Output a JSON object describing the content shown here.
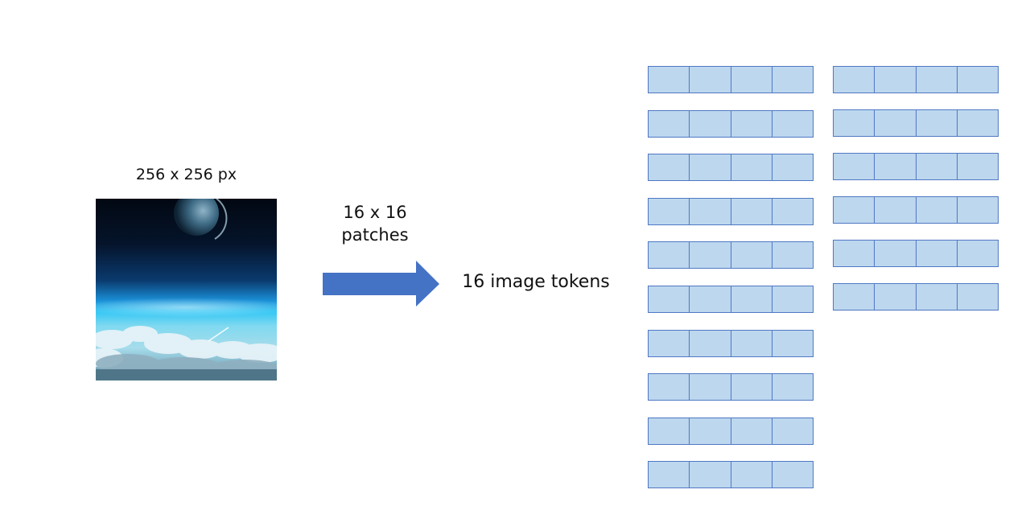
{
  "image_block": {
    "size_label": "256 x 256 px",
    "image_description_icon": "space-planet-over-clouds-image"
  },
  "transform": {
    "patch_label_line1": "16 x 16",
    "patch_label_line2": "patches",
    "arrow_color": "#4472c4",
    "tokens_label": "16 image tokens"
  },
  "token_grid": {
    "fill_color": "#bdd7ee",
    "border_color": "#4f78c4",
    "cells_per_row": 4,
    "left_column_rows": 10,
    "right_column_rows": 6
  }
}
